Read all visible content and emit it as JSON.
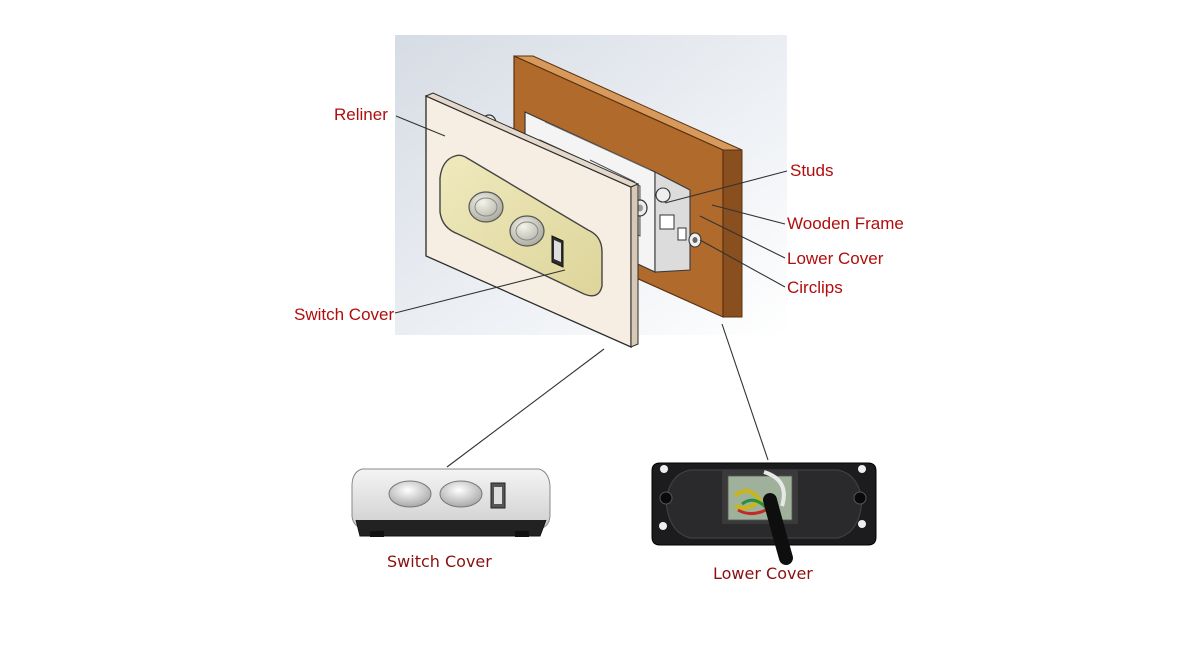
{
  "callouts": {
    "reliner": "Reliner",
    "studs": "Studs",
    "wooden_frame": "Wooden Frame",
    "lower_cover": "Lower Cover",
    "circlips": "Circlips",
    "switch_cover": "Switch Cover"
  },
  "captions": {
    "switch_cover": "Switch Cover",
    "lower_cover": "Lower Cover"
  },
  "colors": {
    "label_red": "#b00d0d",
    "caption_red": "#8b1010",
    "wood": "#b06a2c",
    "reliner_panel": "#f6ede3",
    "switch_plate": "#e8e2ad"
  }
}
